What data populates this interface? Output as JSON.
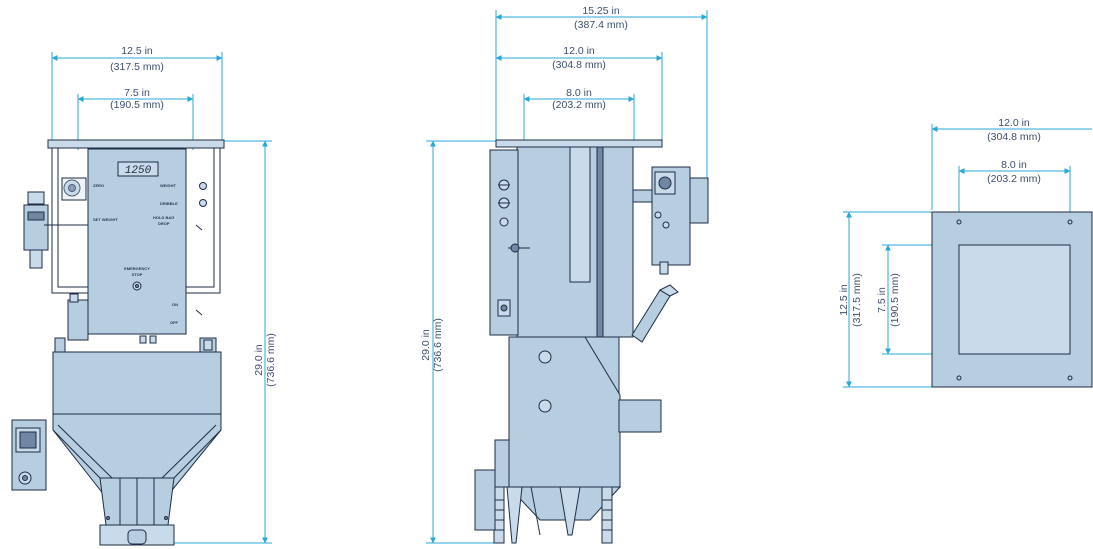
{
  "front_view": {
    "dims": {
      "overall_width": {
        "in": "12.5 in",
        "mm": "(317.5 mm)"
      },
      "inner_width": {
        "in": "7.5 in",
        "mm": "(190.5 mm)"
      },
      "height": {
        "in": "29.0 in",
        "mm": "(736.6 mm)"
      }
    },
    "panel": {
      "display": "1250",
      "zero": "ZERO",
      "weight": "WEIGHT",
      "set_weight": "SET WEIGHT",
      "dribble": "DRIBBLE",
      "hold_bag_1": "HOLD BAG",
      "hold_bag_2": "DROP",
      "emergency_1": "EMERGENCY",
      "emergency_2": "STOP",
      "on": "ON",
      "off": "OFF"
    }
  },
  "side_view": {
    "dims": {
      "overall_width": {
        "in": "15.25 in",
        "mm": "(387.4 mm)"
      },
      "mid_width": {
        "in": "12.0 in",
        "mm": "(304.8 mm)"
      },
      "inner_width": {
        "in": "8.0 in",
        "mm": "(203.2 mm)"
      },
      "height": {
        "in": "29.0 in",
        "mm": "(736.6 mm)"
      }
    }
  },
  "top_view": {
    "dims": {
      "outer_width": {
        "in": "12.0 in",
        "mm": "(304.8 mm)"
      },
      "inner_width": {
        "in": "8.0 in",
        "mm": "(203.2 mm)"
      },
      "outer_height": {
        "in": "12.5 in",
        "mm": "(317.5 mm)"
      },
      "inner_height": {
        "in": "7.5 in",
        "mm": "(190.5 mm)"
      }
    }
  },
  "colors": {
    "dimension_line": "#29a7d8",
    "machine_body": "#b7cde0",
    "outline": "#1e2d44"
  }
}
